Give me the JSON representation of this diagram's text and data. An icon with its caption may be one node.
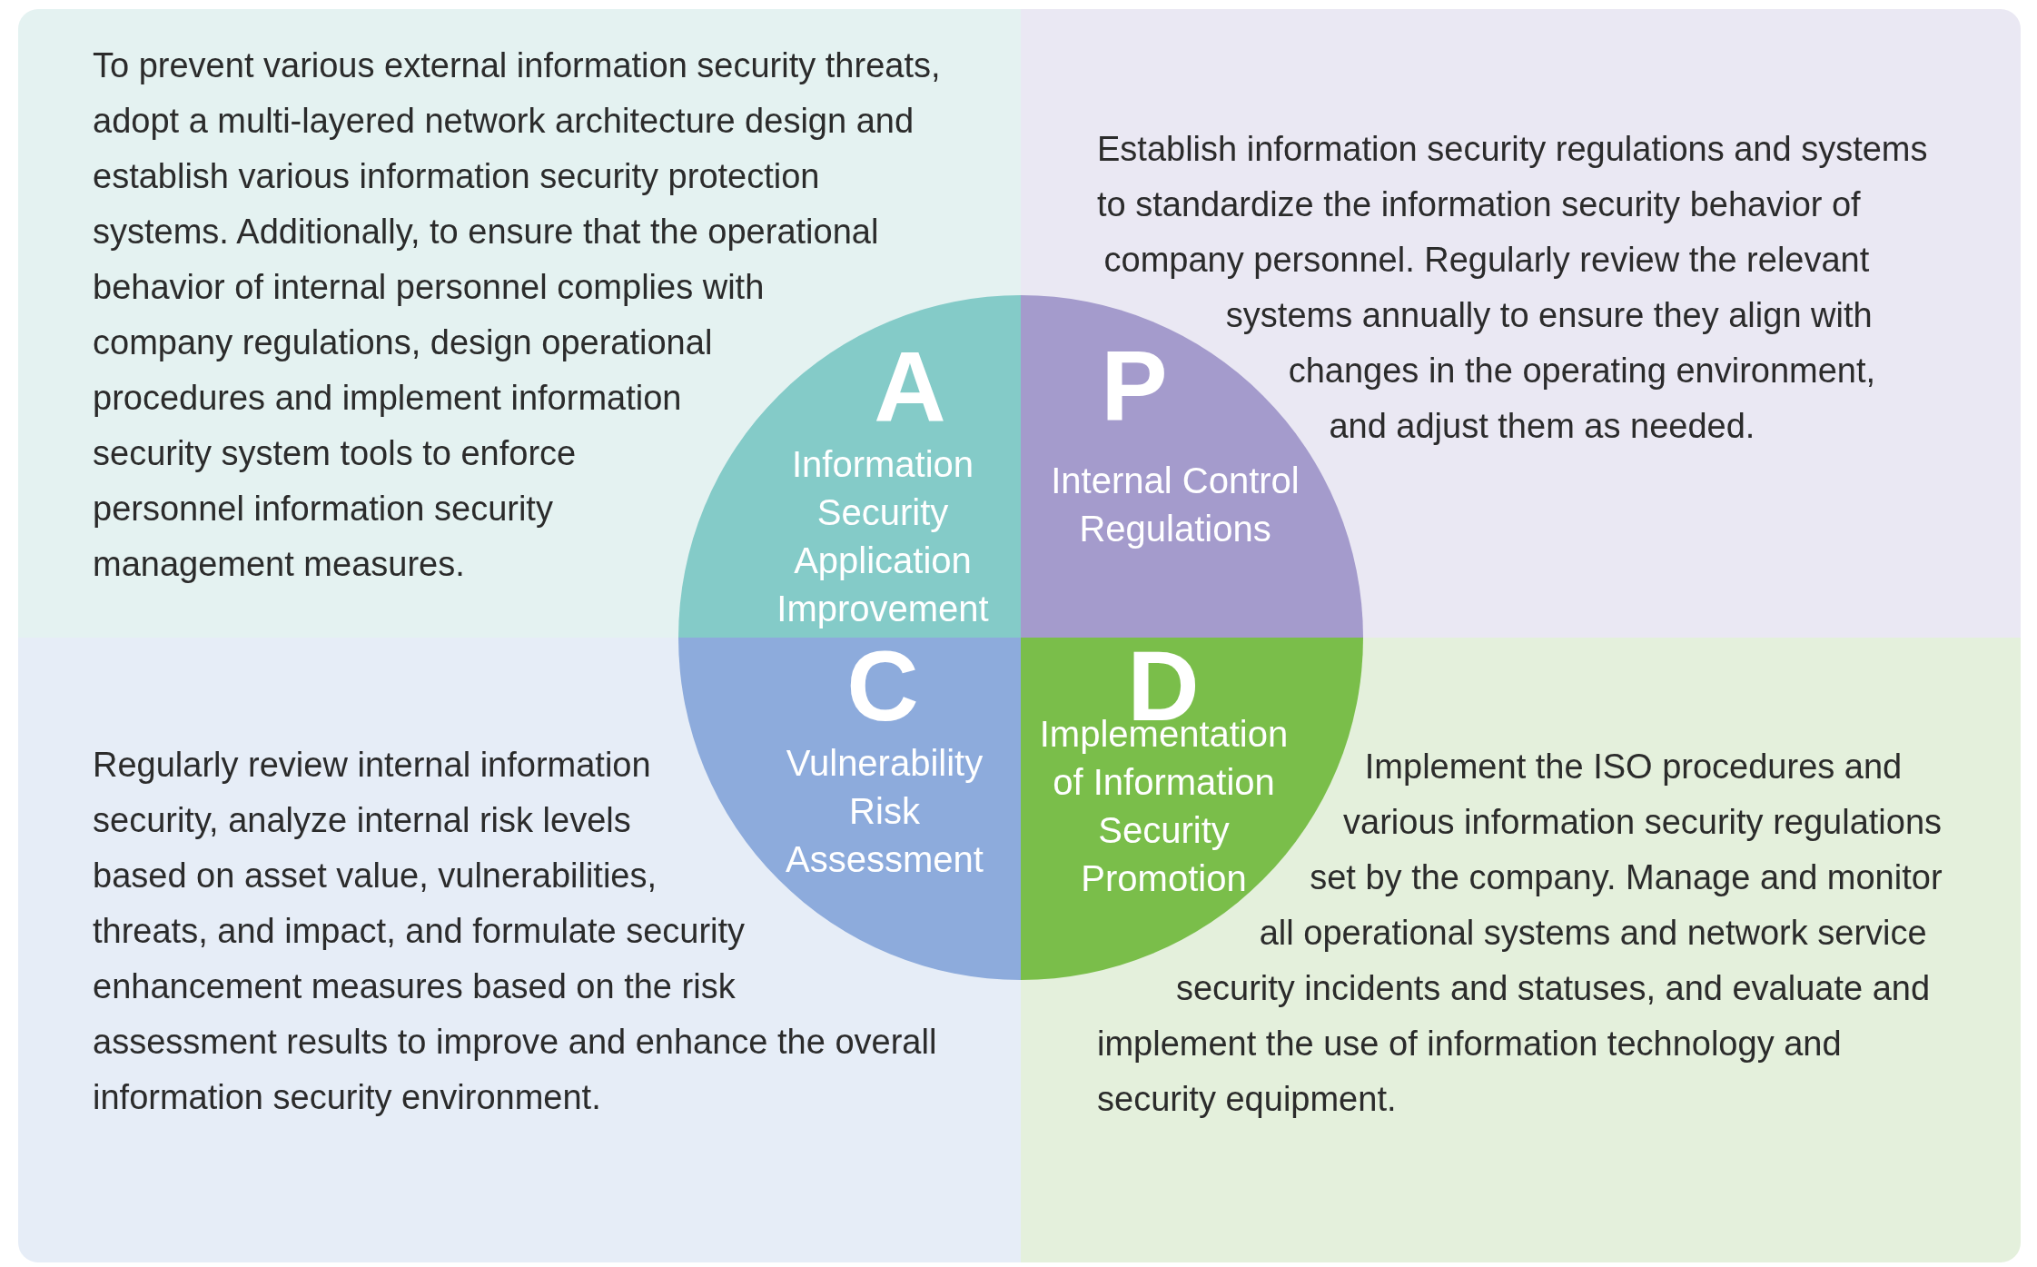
{
  "diagram": {
    "nodes": [
      {
        "text": [
          "To prevent various external information security threats, adopt a multi-layered network architecture design and establish various information security protection systems. Additionally, to ensure that the operational behavior of internal personnel complies with company regulations, design operational procedures and implement information security system tools to enforce personnel information security management measures."
        ]
      },
      {
        "text": [
          "Establish information security regulations and systems to standardize the information security behavior of company personnel. Regularly review the relevant systems annually to ensure they align with changes in the operating environment, and adjust them as needed."
        ]
      },
      {
        "text": [
          "A",
          "Information Security Application Improvement"
        ],
        "in": 0
      },
      {
        "text": [
          "P",
          "Internal Control Regulations"
        ],
        "in": 1
      },
      {
        "text": [
          "C",
          "Vulnerability Risk Assessment"
        ],
        "in": 6
      },
      {
        "text": [
          "D",
          "Implementation of Information Security Promotion"
        ],
        "in": 7
      },
      {
        "text": [
          "Regularly review internal information security, analyze internal risk levels based on asset value, vulnerabilities, threats, and impact, and formulate security enhancement measures based on the risk assessment results to improve and enhance the overall information security environment."
        ]
      },
      {
        "text": [
          "Implement the ISO procedures and various information security regulations set by the company. Manage and monitor all operational systems and network service security incidents and statuses, and evaluate and implement the use of information technology and security equipment."
        ]
      }
    ]
  }
}
